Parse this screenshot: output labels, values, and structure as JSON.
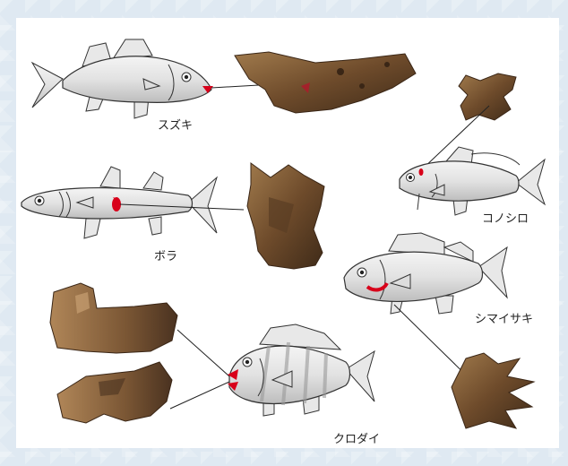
{
  "labels": {
    "suzuki": "スズキ",
    "bora": "ボラ",
    "konoshiro": "コノシロ",
    "shimaisaki": "シマイサキ",
    "kurodai": "クロダイ"
  },
  "colors": {
    "background": "#dfe9f2",
    "panel": "#ffffff",
    "bone": "#7a5a3a",
    "highlight": "#d8001a",
    "fish_body": "#d9d9d9",
    "outline": "#333333"
  },
  "icons": [
    "fish-illustration",
    "bone-fragment-photo"
  ]
}
